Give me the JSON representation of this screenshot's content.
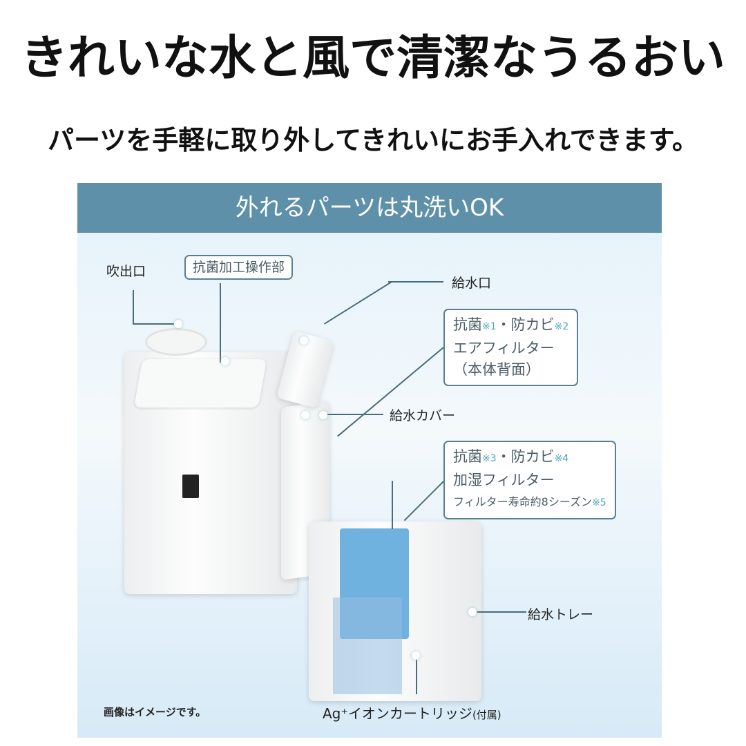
{
  "title": "きれいな水と風で清潔なうるおい",
  "subtitle": "パーツを手軽に取り外してきれいにお手入れできます。",
  "panel": {
    "heading": "外れるパーツは丸洗いOK"
  },
  "labels": {
    "outlet": "吹出口",
    "control": "抗菌加工操作部",
    "water_inlet": "給水口",
    "water_cover": "給水カバー",
    "water_tray": "給水トレー",
    "cartridge_main": "Ag⁺イオンカートリッジ",
    "cartridge_note": "(付属)",
    "image_note": "画像はイメージです。"
  },
  "air_filter": {
    "line1a": "抗菌",
    "mark1": "※1",
    "sep": "・",
    "line1b": "防カビ",
    "mark2": "※2",
    "line2": "エアフィルター",
    "line3": "（本体背面）"
  },
  "humid_filter": {
    "line1a": "抗菌",
    "mark1": "※3",
    "sep": "・",
    "line1b": "防カビ",
    "mark2": "※4",
    "line2": "加湿フィルター",
    "line3": "フィルター寿命約8シーズン",
    "mark3": "※5"
  },
  "colors": {
    "header": "#5e90a9",
    "box_border": "#5a7f90",
    "footnote_mark": "#4aa4c8",
    "filter": "#6fb2e0"
  }
}
